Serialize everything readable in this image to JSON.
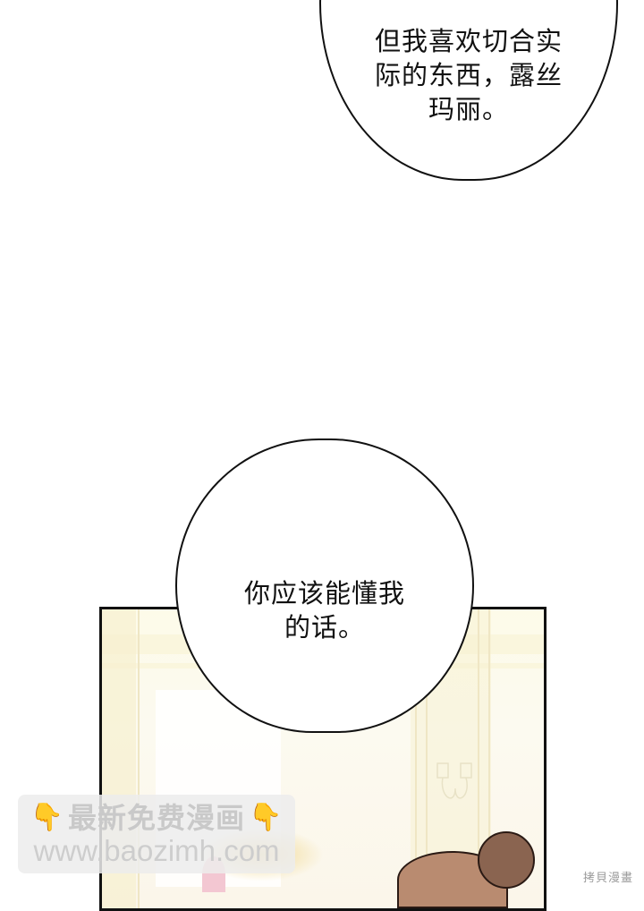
{
  "bubbles": [
    {
      "id": "top-right",
      "lines": [
        "但我喜欢切合实",
        "际的东西，露丝",
        "玛丽。"
      ]
    },
    {
      "id": "center",
      "lines": [
        "你应该能懂我",
        "的话。"
      ]
    }
  ],
  "watermark": {
    "line1": "最新免费漫画",
    "line2": "www.baozimh.com",
    "left_icon": "pointing-down-hand",
    "right_icon": "pointing-down-hand"
  },
  "corner_watermark": "拷貝漫畫",
  "colors": {
    "panel_border": "#111111",
    "panel_background": "#fcfaf0",
    "hand_icon": "#f3b02b",
    "watermark_text": "#c9c9c9"
  }
}
